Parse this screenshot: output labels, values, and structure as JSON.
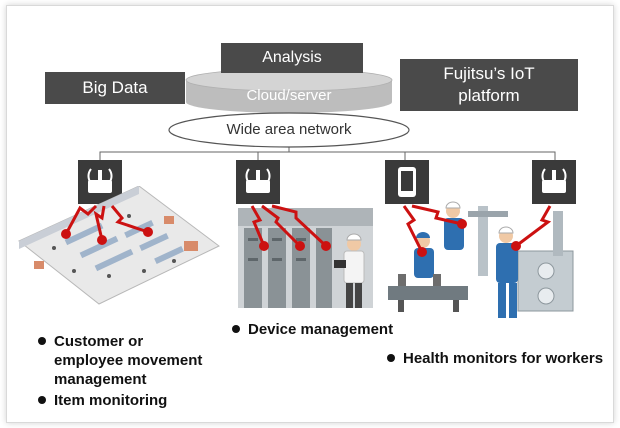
{
  "platform": {
    "analysis": "Analysis",
    "big_data": "Big Data",
    "cloud_server": "Cloud/server",
    "fujitsu_line1": "Fujitsu’s IoT",
    "fujitsu_line2": "platform",
    "wide_area_network": "Wide area network"
  },
  "captions": {
    "customer_line1": "Customer or",
    "customer_line2": "employee movement",
    "customer_line3": "management",
    "item_monitoring": "Item monitoring",
    "device_management": "Device management",
    "health_monitors": "Health monitors for workers"
  },
  "colors": {
    "dark_box": "#4a4a4a",
    "cloud_fill": "#c9c9c9",
    "signal_red": "#cc1111",
    "connector": "#666666"
  },
  "icons": [
    "router-icon",
    "router-icon",
    "smartphone-icon",
    "router-icon"
  ]
}
